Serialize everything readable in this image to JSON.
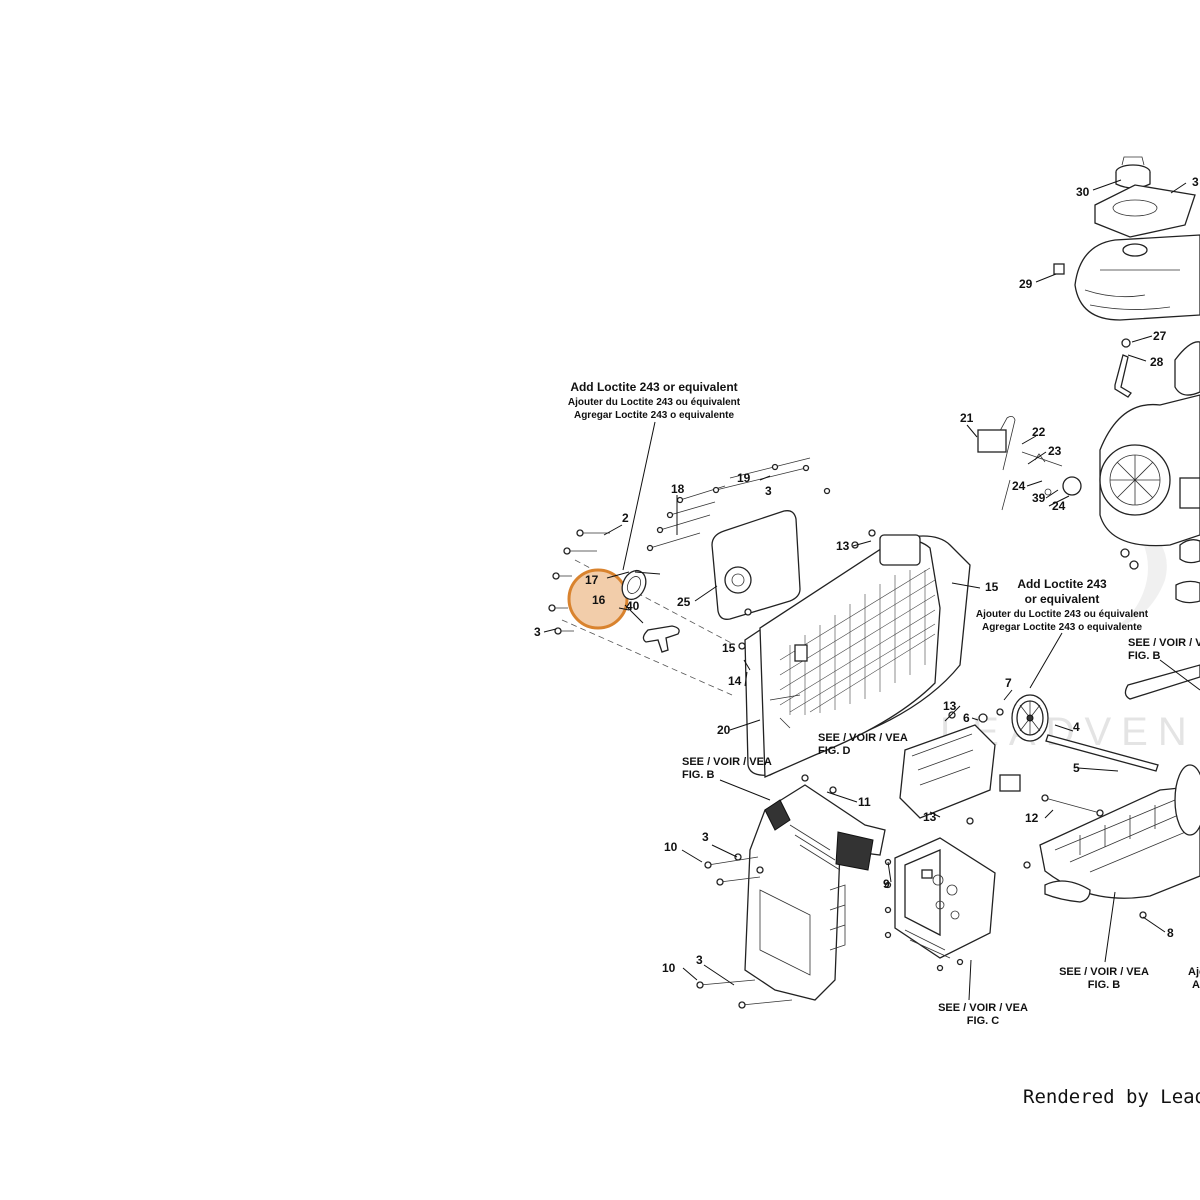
{
  "notes": {
    "loctite_left": [
      "Add Loctite 243 or equivalent",
      "Ajouter du Loctite 243 ou équivalent",
      "Agregar Loctite 243 o equivalente"
    ],
    "loctite_right": [
      "Add Loctite 243",
      "or equivalent",
      "Ajouter du Loctite 243 ou équivalent",
      "Agregar Loctite 243 o equivalente"
    ],
    "see_fig_b_top": [
      "SEE / VOIR / VEA",
      "FIG. B"
    ],
    "see_fig_b_right": [
      "SEE / VOIR / VE",
      "FIG. B"
    ],
    "see_fig_d": [
      "SEE / VOIR / VEA",
      "FIG. D"
    ],
    "see_fig_b_bottom": [
      "SEE / VOIR / VEA",
      "FIG. B"
    ],
    "see_fig_c": [
      "SEE / VOIR / VEA",
      "FIG. C"
    ],
    "clipped_right": [
      "Ajo",
      "A"
    ]
  },
  "callouts": {
    "c30": "30",
    "c31": "3",
    "c29": "29",
    "c27": "27",
    "c28": "28",
    "c21": "21",
    "c22": "22",
    "c23": "23",
    "c24a": "24",
    "c39": "39",
    "c24b": "24",
    "c2": "2",
    "c17": "17",
    "c16": "16",
    "c40": "40",
    "c3a": "3",
    "c18": "18",
    "c19": "19",
    "c3b": "3",
    "c25": "25",
    "c13a": "13",
    "c15a": "15",
    "c15b": "15",
    "c14": "14",
    "c20": "20",
    "c7": "7",
    "c4": "4",
    "c6": "6",
    "c13b": "13",
    "c5": "5",
    "c11": "11",
    "c10a": "10",
    "c3c": "3",
    "c10b": "10",
    "c3d": "3",
    "c9": "9",
    "c13c": "13",
    "c12": "12",
    "c8": "8"
  },
  "watermark": "LEADVEN",
  "render_credit": "Rendered by LeadVen",
  "colors": {
    "highlight_fill": "#f2cdaa",
    "highlight_stroke": "#d9832e"
  }
}
